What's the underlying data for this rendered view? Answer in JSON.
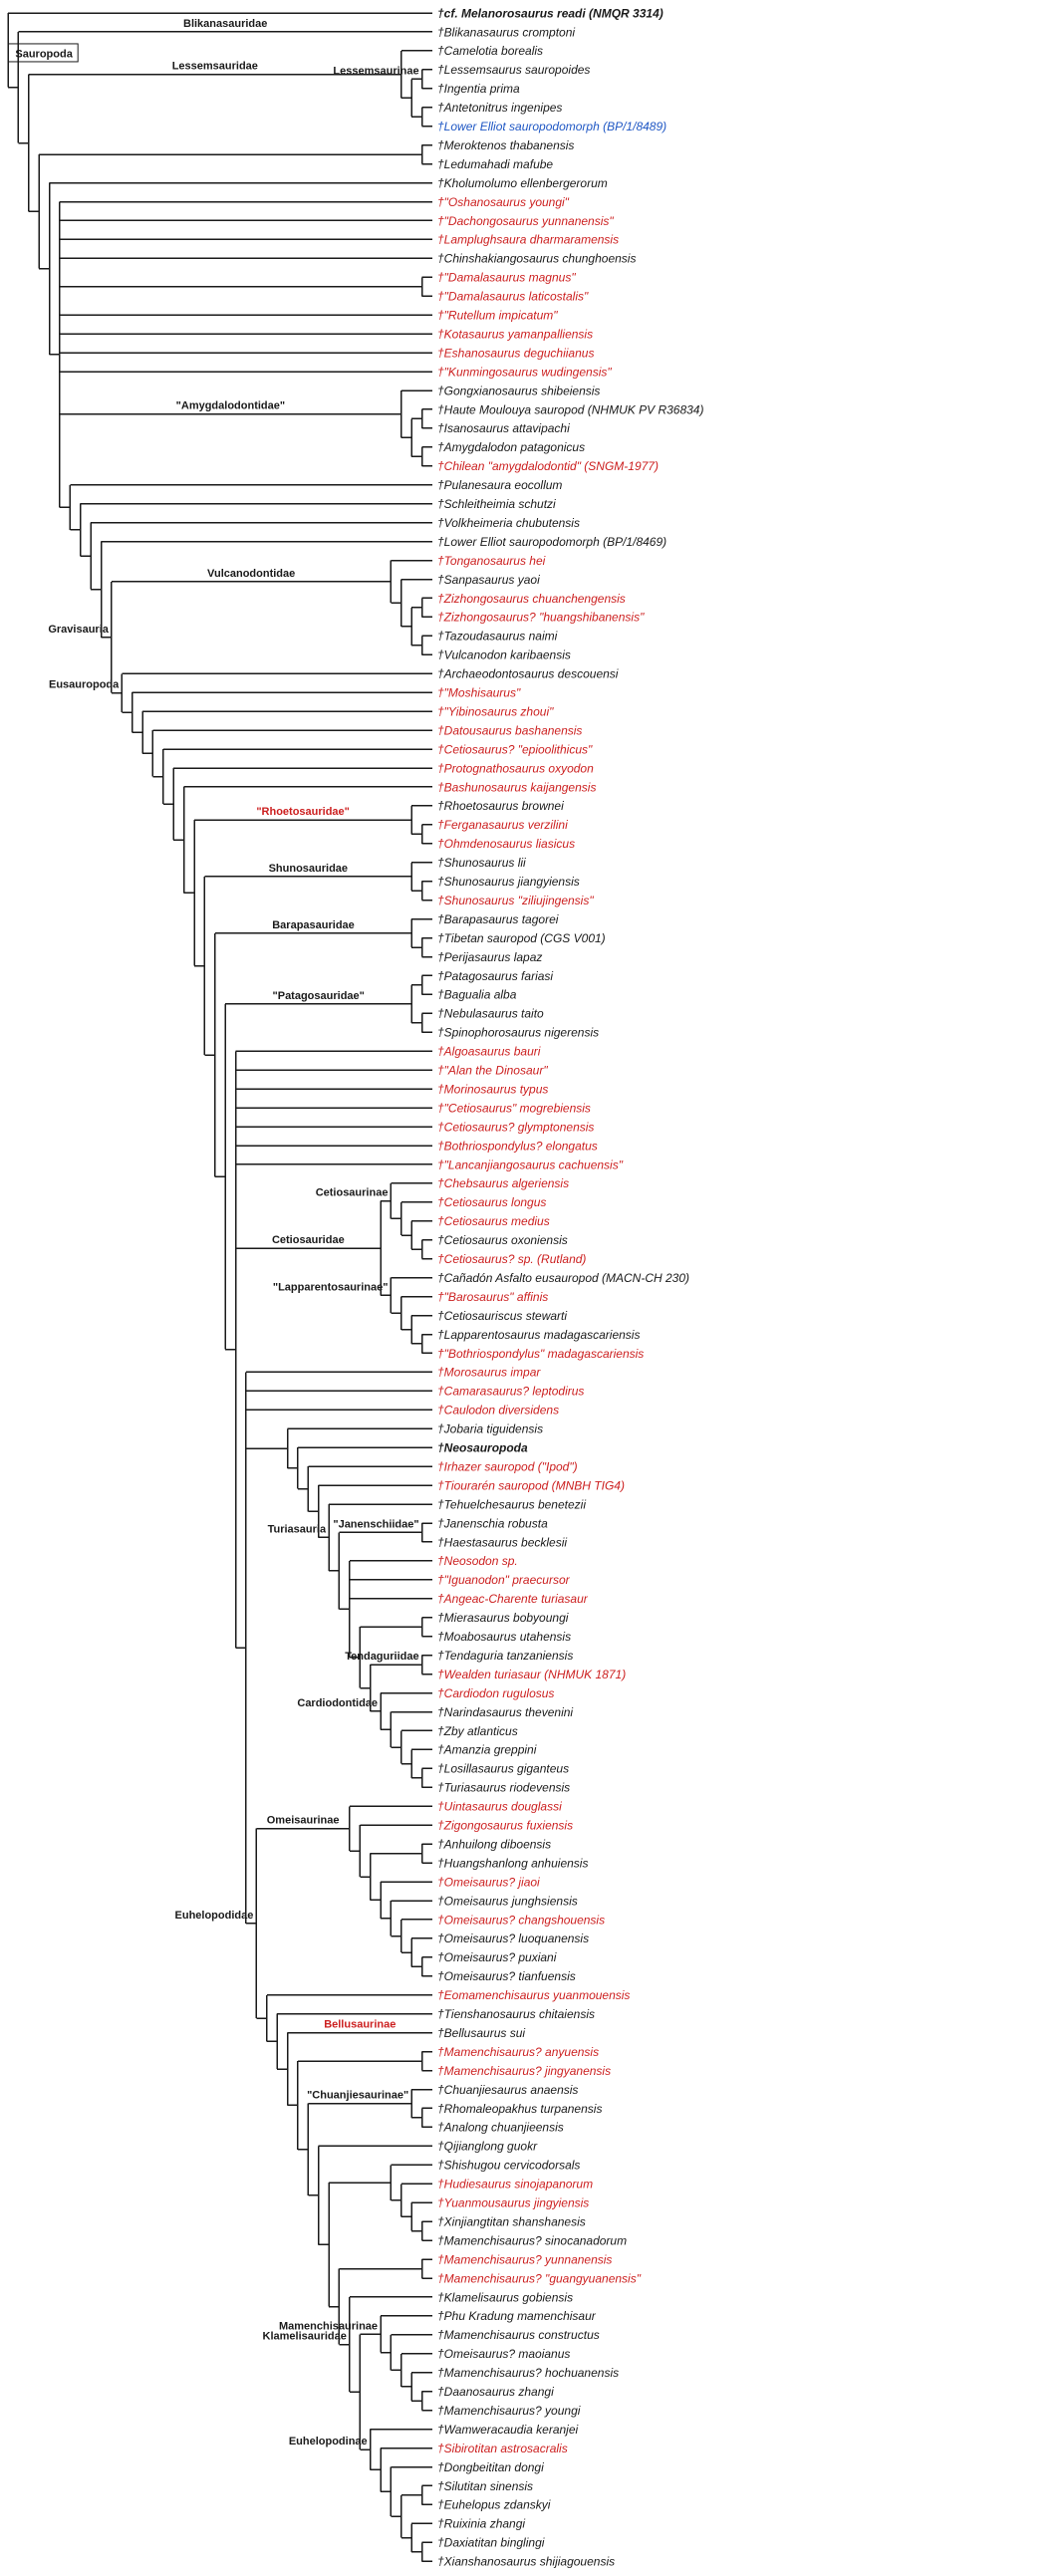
{
  "colors": {
    "black": "#1a1a1a",
    "red": "#cc1f1f",
    "blue": "#1f57c4"
  },
  "nodes": [
    {
      "id": "root",
      "p": null
    },
    {
      "p": "root",
      "t": "†cf. Melanorosaurus readi (NMQR 3314)",
      "b": true
    },
    {
      "id": "sau",
      "p": "root",
      "n": "Sauropoda",
      "box": true
    },
    {
      "p": "sau",
      "t": "†Blikanasaurus cromptoni",
      "n": "Blikanasauridae"
    },
    {
      "id": "n1",
      "p": "sau"
    },
    {
      "id": "les",
      "p": "n1",
      "n": "Lessemsauridae"
    },
    {
      "p": "les",
      "t": "†Camelotia borealis"
    },
    {
      "id": "n2",
      "p": "les"
    },
    {
      "id": "lesi",
      "p": "n2",
      "n": "Lessemsaurinae"
    },
    {
      "p": "lesi",
      "t": "†Lessemsaurus sauropoides"
    },
    {
      "p": "lesi",
      "t": "†Ingentia prima"
    },
    {
      "id": "n3",
      "p": "n2"
    },
    {
      "p": "n3",
      "t": "†Antetonitrus ingenipes"
    },
    {
      "p": "n3",
      "t": "†Lower Elliot sauropodomorph (BP/1/8489)",
      "c": "b"
    },
    {
      "id": "n4",
      "p": "n1"
    },
    {
      "id": "n5",
      "p": "n4"
    },
    {
      "p": "n5",
      "t": "†Meroktenos thabanensis"
    },
    {
      "p": "n5",
      "t": "†Ledumahadi mafube"
    },
    {
      "id": "n6",
      "p": "n4"
    },
    {
      "p": "n6",
      "t": "†Kholumolumo ellenbergerorum"
    },
    {
      "id": "n7",
      "p": "n6"
    },
    {
      "p": "n7",
      "t": "†\"Oshanosaurus youngi\"",
      "c": "r"
    },
    {
      "p": "n7",
      "t": "†\"Dachongosaurus yunnanensis\"",
      "c": "r"
    },
    {
      "p": "n7",
      "t": "†Lamplughsaura dharmaramensis",
      "c": "r"
    },
    {
      "p": "n7",
      "t": "†Chinshakiangosaurus chunghoensis"
    },
    {
      "id": "n8",
      "p": "n7"
    },
    {
      "p": "n8",
      "t": "†\"Damalasaurus magnus\"",
      "c": "r"
    },
    {
      "p": "n8",
      "t": "†\"Damalasaurus laticostalis\"",
      "c": "r"
    },
    {
      "p": "n7",
      "t": "†\"Rutellum impicatum\"",
      "c": "r"
    },
    {
      "p": "n7",
      "t": "†Kotasaurus yamanpalliensis",
      "c": "r"
    },
    {
      "p": "n7",
      "t": "†Eshanosaurus deguchiianus",
      "c": "r"
    },
    {
      "p": "n7",
      "t": "†\"Kunmingosaurus wudingensis\"",
      "c": "r"
    },
    {
      "id": "amy",
      "p": "n7",
      "n": "\"Amygdalodontidae\""
    },
    {
      "p": "amy",
      "t": "†Gongxianosaurus shibeiensis"
    },
    {
      "id": "n9",
      "p": "amy"
    },
    {
      "id": "n10",
      "p": "n9"
    },
    {
      "p": "n10",
      "t": "†Haute Moulouya sauropod (NHMUK PV R36834)"
    },
    {
      "p": "n10",
      "t": "†Isanosaurus attavipachi"
    },
    {
      "id": "n11",
      "p": "n9"
    },
    {
      "p": "n11",
      "t": "†Amygdalodon patagonicus"
    },
    {
      "p": "n11",
      "t": "†Chilean \"amygdalodontid\" (SNGM-1977)",
      "c": "r"
    },
    {
      "id": "n12",
      "p": "n7"
    },
    {
      "p": "n12",
      "t": "†Pulanesaura eocollum"
    },
    {
      "id": "n13",
      "p": "n12"
    },
    {
      "p": "n13",
      "t": "†Schleitheimia schutzi"
    },
    {
      "id": "n14",
      "p": "n13"
    },
    {
      "p": "n14",
      "t": "†Volkheimeria chubutensis"
    },
    {
      "id": "n15",
      "p": "n14"
    },
    {
      "p": "n15",
      "t": "†Lower Elliot sauropodomorph (BP/1/8469)"
    },
    {
      "id": "gra",
      "p": "n15",
      "n": "Gravisauria"
    },
    {
      "id": "vul",
      "p": "gra",
      "n": "Vulcanodontidae"
    },
    {
      "p": "vul",
      "t": "†Tonganosaurus hei",
      "c": "r"
    },
    {
      "id": "v1",
      "p": "vul"
    },
    {
      "p": "v1",
      "t": "†Sanpasaurus yaoi"
    },
    {
      "id": "v2",
      "p": "v1"
    },
    {
      "id": "v3",
      "p": "v2"
    },
    {
      "p": "v3",
      "t": "†Zizhongosaurus chuanchengensis",
      "c": "r"
    },
    {
      "p": "v3",
      "t": "†Zizhongosaurus? \"huangshibanensis\"",
      "c": "r"
    },
    {
      "id": "v4",
      "p": "v2"
    },
    {
      "p": "v4",
      "t": "†Tazoudasaurus naimi"
    },
    {
      "p": "v4",
      "t": "†Vulcanodon karibaensis"
    },
    {
      "id": "eus",
      "p": "gra",
      "n": "Eusauropoda"
    },
    {
      "p": "eus",
      "t": "†Archaeodontosaurus descouensi"
    },
    {
      "id": "l1",
      "p": "eus"
    },
    {
      "p": "l1",
      "t": "†\"Moshisaurus\"",
      "c": "r"
    },
    {
      "id": "l2",
      "p": "l1"
    },
    {
      "p": "l2",
      "t": "†\"Yibinosaurus zhoui\"",
      "c": "r"
    },
    {
      "id": "l3",
      "p": "l2"
    },
    {
      "p": "l3",
      "t": "†Datousaurus bashanensis",
      "c": "r"
    },
    {
      "id": "l4",
      "p": "l3"
    },
    {
      "p": "l4",
      "t": "†Cetiosaurus? \"epioolithicus\"",
      "c": "r"
    },
    {
      "id": "l5",
      "p": "l4"
    },
    {
      "p": "l5",
      "t": "†Protognathosaurus oxyodon",
      "c": "r"
    },
    {
      "id": "l6",
      "p": "l5"
    },
    {
      "p": "l6",
      "t": "†Bashunosaurus kaijangensis",
      "c": "r"
    },
    {
      "id": "l7",
      "p": "l6"
    },
    {
      "id": "rho",
      "p": "l7",
      "n": "\"Rhoetosauridae\"",
      "nc": "r"
    },
    {
      "p": "rho",
      "t": "†Rhoetosaurus brownei"
    },
    {
      "id": "r1",
      "p": "rho"
    },
    {
      "p": "r1",
      "t": "†Ferganasaurus verzilini",
      "c": "r"
    },
    {
      "p": "r1",
      "t": "†Ohmdenosaurus liasicus",
      "c": "r"
    },
    {
      "id": "l8",
      "p": "l7"
    },
    {
      "id": "shu",
      "p": "l8",
      "n": "Shunosauridae"
    },
    {
      "p": "shu",
      "t": "†Shunosaurus lii"
    },
    {
      "id": "s1",
      "p": "shu"
    },
    {
      "p": "s1",
      "t": "†Shunosaurus jiangyiensis"
    },
    {
      "p": "s1",
      "t": "†Shunosaurus \"ziliujingensis\"",
      "c": "r"
    },
    {
      "id": "l9",
      "p": "l8"
    },
    {
      "id": "bar",
      "p": "l9",
      "n": "Barapasauridae"
    },
    {
      "p": "bar",
      "t": "†Barapasaurus tagorei"
    },
    {
      "id": "b1",
      "p": "bar"
    },
    {
      "p": "b1",
      "t": "†Tibetan sauropod (CGS V001)"
    },
    {
      "p": "b1",
      "t": "†Perijasaurus lapaz"
    },
    {
      "id": "l10",
      "p": "l9"
    },
    {
      "id": "pat",
      "p": "l10",
      "n": "\"Patagosauridae\""
    },
    {
      "id": "p1",
      "p": "pat"
    },
    {
      "p": "p1",
      "t": "†Patagosaurus fariasi"
    },
    {
      "p": "p1",
      "t": "†Bagualia alba"
    },
    {
      "id": "p2",
      "p": "pat"
    },
    {
      "p": "p2",
      "t": "†Nebulasaurus taito"
    },
    {
      "p": "p2",
      "t": "†Spinophorosaurus nigerensis"
    },
    {
      "id": "l11",
      "p": "l10"
    },
    {
      "p": "l11",
      "t": "†Algoasaurus bauri",
      "c": "r"
    },
    {
      "p": "l11",
      "t": "†\"Alan the Dinosaur\"",
      "c": "r"
    },
    {
      "p": "l11",
      "t": "†Morinosaurus typus",
      "c": "r"
    },
    {
      "p": "l11",
      "t": "†\"Cetiosaurus\" mogrebiensis",
      "c": "r"
    },
    {
      "p": "l11",
      "t": "†Cetiosaurus? glymptonensis",
      "c": "r"
    },
    {
      "p": "l11",
      "t": "†Bothriospondylus? elongatus",
      "c": "r"
    },
    {
      "p": "l11",
      "t": "†\"Lancanjiangosaurus cachuensis\"",
      "c": "r"
    },
    {
      "id": "cet",
      "p": "l11",
      "n": "Cetiosauridae"
    },
    {
      "id": "cei",
      "p": "cet",
      "n": "Cetiosaurinae"
    },
    {
      "p": "cei",
      "t": "†Chebsaurus algeriensis",
      "c": "r"
    },
    {
      "id": "cn1",
      "p": "cei"
    },
    {
      "p": "cn1",
      "t": "†Cetiosaurus longus",
      "c": "r"
    },
    {
      "id": "cn2",
      "p": "cn1"
    },
    {
      "p": "cn2",
      "t": "†Cetiosaurus medius",
      "c": "r"
    },
    {
      "id": "cn3",
      "p": "cn2"
    },
    {
      "p": "cn3",
      "t": "†Cetiosaurus oxoniensis"
    },
    {
      "p": "cn3",
      "t": "†Cetiosaurus? sp. (Rutland)",
      "c": "r"
    },
    {
      "id": "lap",
      "p": "cet",
      "n": "\"Lapparentosaurinae\""
    },
    {
      "p": "lap",
      "t": "†Cañadón Asfalto eusauropod (MACN-CH 230)"
    },
    {
      "id": "lp1",
      "p": "lap"
    },
    {
      "p": "lp1",
      "t": "†\"Barosaurus\" affinis",
      "c": "r"
    },
    {
      "id": "lp2",
      "p": "lp1"
    },
    {
      "p": "lp2",
      "t": "†Cetiosauriscus stewarti"
    },
    {
      "id": "lp3",
      "p": "lp2"
    },
    {
      "p": "lp3",
      "t": "†Lapparentosaurus madagascariensis"
    },
    {
      "p": "lp3",
      "t": "†\"Bothriospondylus\" madagascariensis",
      "c": "r"
    },
    {
      "id": "l12",
      "p": "l11"
    },
    {
      "p": "l12",
      "t": "†Morosaurus impar",
      "c": "r"
    },
    {
      "p": "l12",
      "t": "†Camarasaurus? leptodirus",
      "c": "r"
    },
    {
      "p": "l12",
      "t": "†Caulodon diversidens",
      "c": "r"
    },
    {
      "id": "j1",
      "p": "l12"
    },
    {
      "p": "j1",
      "t": "†Jobaria tiguidensis"
    },
    {
      "id": "j2",
      "p": "j1"
    },
    {
      "p": "j2",
      "t": "†Neosauropoda",
      "b": true
    },
    {
      "id": "j3",
      "p": "j2"
    },
    {
      "p": "j3",
      "t": "†Irhazer sauropod (\"Ipod\")",
      "c": "r"
    },
    {
      "id": "j4",
      "p": "j3"
    },
    {
      "p": "j4",
      "t": "†Tiourarén sauropod (MNBH TIG4)",
      "c": "r"
    },
    {
      "id": "tur",
      "p": "j4",
      "n": "Turiasauria"
    },
    {
      "p": "tur",
      "t": "†Tehuelchesaurus benetezii"
    },
    {
      "id": "t1",
      "p": "tur"
    },
    {
      "id": "jan",
      "p": "t1",
      "n": "\"Janenschiidae\""
    },
    {
      "p": "jan",
      "t": "†Janenschia robusta"
    },
    {
      "p": "jan",
      "t": "†Haestasaurus becklesii"
    },
    {
      "id": "t2",
      "p": "t1"
    },
    {
      "p": "t2",
      "t": "†Neosodon sp.",
      "c": "r"
    },
    {
      "p": "t2",
      "t": "†\"Iguanodon\" praecursor",
      "c": "r"
    },
    {
      "p": "t2",
      "t": "†Angeac-Charente turiasaur",
      "c": "r"
    },
    {
      "id": "t3",
      "p": "t2"
    },
    {
      "id": "t4",
      "p": "t3"
    },
    {
      "p": "t4",
      "t": "†Mierasaurus bobyoungi"
    },
    {
      "p": "t4",
      "t": "†Moabosaurus utahensis"
    },
    {
      "id": "t5",
      "p": "t3"
    },
    {
      "id": "ten",
      "p": "t5",
      "n": "Tendaguriidae"
    },
    {
      "p": "ten",
      "t": "†Tendaguria tanzaniensis"
    },
    {
      "p": "ten",
      "t": "†Wealden turiasaur (NHMUK 1871)",
      "c": "r"
    },
    {
      "id": "car",
      "p": "t5",
      "n": "Cardiodontidae"
    },
    {
      "p": "car",
      "t": "†Cardiodon rugulosus",
      "c": "r"
    },
    {
      "id": "cd1",
      "p": "car"
    },
    {
      "p": "cd1",
      "t": "†Narindasaurus thevenini"
    },
    {
      "id": "cd2",
      "p": "cd1"
    },
    {
      "p": "cd2",
      "t": "†Zby atlanticus"
    },
    {
      "id": "cd3",
      "p": "cd2"
    },
    {
      "p": "cd3",
      "t": "†Amanzia greppini"
    },
    {
      "id": "cd4",
      "p": "cd3"
    },
    {
      "p": "cd4",
      "t": "†Losillasaurus giganteus"
    },
    {
      "p": "cd4",
      "t": "†Turiasaurus riodevensis"
    },
    {
      "id": "euh",
      "p": "l12",
      "n": "Euhelopodidae"
    },
    {
      "id": "ome",
      "p": "euh",
      "n": "Omeisaurinae"
    },
    {
      "p": "ome",
      "t": "†Uintasaurus douglassi",
      "c": "r"
    },
    {
      "id": "om1",
      "p": "ome"
    },
    {
      "p": "om1",
      "t": "†Zigongosaurus fuxiensis",
      "c": "r"
    },
    {
      "id": "om2",
      "p": "om1"
    },
    {
      "id": "om3",
      "p": "om2"
    },
    {
      "p": "om3",
      "t": "†Anhuilong diboensis"
    },
    {
      "p": "om3",
      "t": "†Huangshanlong anhuiensis"
    },
    {
      "id": "om4",
      "p": "om2"
    },
    {
      "p": "om4",
      "t": "†Omeisaurus? jiaoi",
      "c": "r"
    },
    {
      "id": "om5",
      "p": "om4"
    },
    {
      "p": "om5",
      "t": "†Omeisaurus junghsiensis"
    },
    {
      "id": "om6",
      "p": "om5"
    },
    {
      "p": "om6",
      "t": "†Omeisaurus? changshouensis",
      "c": "r"
    },
    {
      "id": "om7",
      "p": "om6"
    },
    {
      "p": "om7",
      "t": "†Omeisaurus? luoquanensis"
    },
    {
      "id": "om8",
      "p": "om7"
    },
    {
      "p": "om8",
      "t": "†Omeisaurus? puxiani"
    },
    {
      "p": "om8",
      "t": "†Omeisaurus? tianfuensis"
    },
    {
      "id": "eh1",
      "p": "euh"
    },
    {
      "p": "eh1",
      "t": "†Eomamenchisaurus yuanmouensis",
      "c": "r"
    },
    {
      "id": "eh2",
      "p": "eh1"
    },
    {
      "p": "eh2",
      "t": "†Tienshanosaurus chitaiensis"
    },
    {
      "id": "eh3",
      "p": "eh2"
    },
    {
      "p": "eh3",
      "t": "†Bellusaurus sui",
      "n": "Bellusaurinae",
      "nc": "r"
    },
    {
      "id": "eh4",
      "p": "eh3"
    },
    {
      "id": "eh5",
      "p": "eh4"
    },
    {
      "p": "eh5",
      "t": "†Mamenchisaurus? anyuensis",
      "c": "r"
    },
    {
      "p": "eh5",
      "t": "†Mamenchisaurus? jingyanensis",
      "c": "r"
    },
    {
      "id": "eh6",
      "p": "eh4"
    },
    {
      "id": "chu",
      "p": "eh6",
      "n": "\"Chuanjiesaurinae\""
    },
    {
      "p": "chu",
      "t": "†Chuanjiesaurus anaensis"
    },
    {
      "id": "ch1",
      "p": "chu"
    },
    {
      "p": "ch1",
      "t": "†Rhomaleopakhus turpanensis"
    },
    {
      "p": "ch1",
      "t": "†Analong chuanjieensis"
    },
    {
      "id": "eh7",
      "p": "eh6"
    },
    {
      "p": "eh7",
      "t": "†Qijianglong guokr"
    },
    {
      "id": "eh8",
      "p": "eh7"
    },
    {
      "id": "eh9",
      "p": "eh8"
    },
    {
      "p": "eh9",
      "t": "†Shishugou cervicodorsals"
    },
    {
      "id": "eh10",
      "p": "eh9"
    },
    {
      "p": "eh10",
      "t": "†Hudiesaurus sinojapanorum",
      "c": "r"
    },
    {
      "id": "eh11",
      "p": "eh10"
    },
    {
      "p": "eh11",
      "t": "†Yuanmousaurus jingyiensis",
      "c": "r"
    },
    {
      "id": "eh12",
      "p": "eh11"
    },
    {
      "p": "eh12",
      "t": "†Xinjiangtitan shanshanesis"
    },
    {
      "p": "eh12",
      "t": "†Mamenchisaurus? sinocanadorum"
    },
    {
      "id": "eh13",
      "p": "eh8"
    },
    {
      "id": "eh14",
      "p": "eh13"
    },
    {
      "p": "eh14",
      "t": "†Mamenchisaurus? yunnanensis",
      "c": "r"
    },
    {
      "p": "eh14",
      "t": "†Mamenchisaurus? \"guangyuanensis\"",
      "c": "r"
    },
    {
      "id": "kla",
      "p": "eh13",
      "n": "Klamelisauridae"
    },
    {
      "p": "kla",
      "t": "†Klamelisaurus gobiensis"
    },
    {
      "id": "k1",
      "p": "kla"
    },
    {
      "id": "mam",
      "p": "k1",
      "n": "Mamenchisaurinae"
    },
    {
      "p": "mam",
      "t": "†Phu Kradung mamenchisaur"
    },
    {
      "id": "m1",
      "p": "mam"
    },
    {
      "p": "m1",
      "t": "†Mamenchisaurus constructus"
    },
    {
      "id": "m2",
      "p": "m1"
    },
    {
      "p": "m2",
      "t": "†Omeisaurus? maoianus"
    },
    {
      "id": "m3",
      "p": "m2"
    },
    {
      "p": "m3",
      "t": "†Mamenchisaurus? hochuanensis"
    },
    {
      "id": "m4",
      "p": "m3"
    },
    {
      "p": "m4",
      "t": "†Daanosaurus zhangi"
    },
    {
      "p": "m4",
      "t": "†Mamenchisaurus? youngi"
    },
    {
      "id": "eui",
      "p": "k1",
      "n": "Euhelopodinae"
    },
    {
      "p": "eui",
      "t": "†Wamweracaudia keranjei"
    },
    {
      "id": "u1",
      "p": "eui"
    },
    {
      "p": "u1",
      "t": "†Sibirotitan astrosacralis",
      "c": "r"
    },
    {
      "id": "u2",
      "p": "u1"
    },
    {
      "p": "u2",
      "t": "†Dongbeititan dongi"
    },
    {
      "id": "u3",
      "p": "u2"
    },
    {
      "id": "u4",
      "p": "u3"
    },
    {
      "p": "u4",
      "t": "†Silutitan sinensis"
    },
    {
      "p": "u4",
      "t": "†Euhelopus zdanskyi"
    },
    {
      "id": "u5",
      "p": "u3"
    },
    {
      "p": "u5",
      "t": "†Ruixinia zhangi"
    },
    {
      "id": "u6",
      "p": "u5"
    },
    {
      "p": "u6",
      "t": "†Daxiatitan binglingi"
    },
    {
      "p": "u6",
      "t": "†Xianshanosaurus shijiagouensis"
    }
  ]
}
